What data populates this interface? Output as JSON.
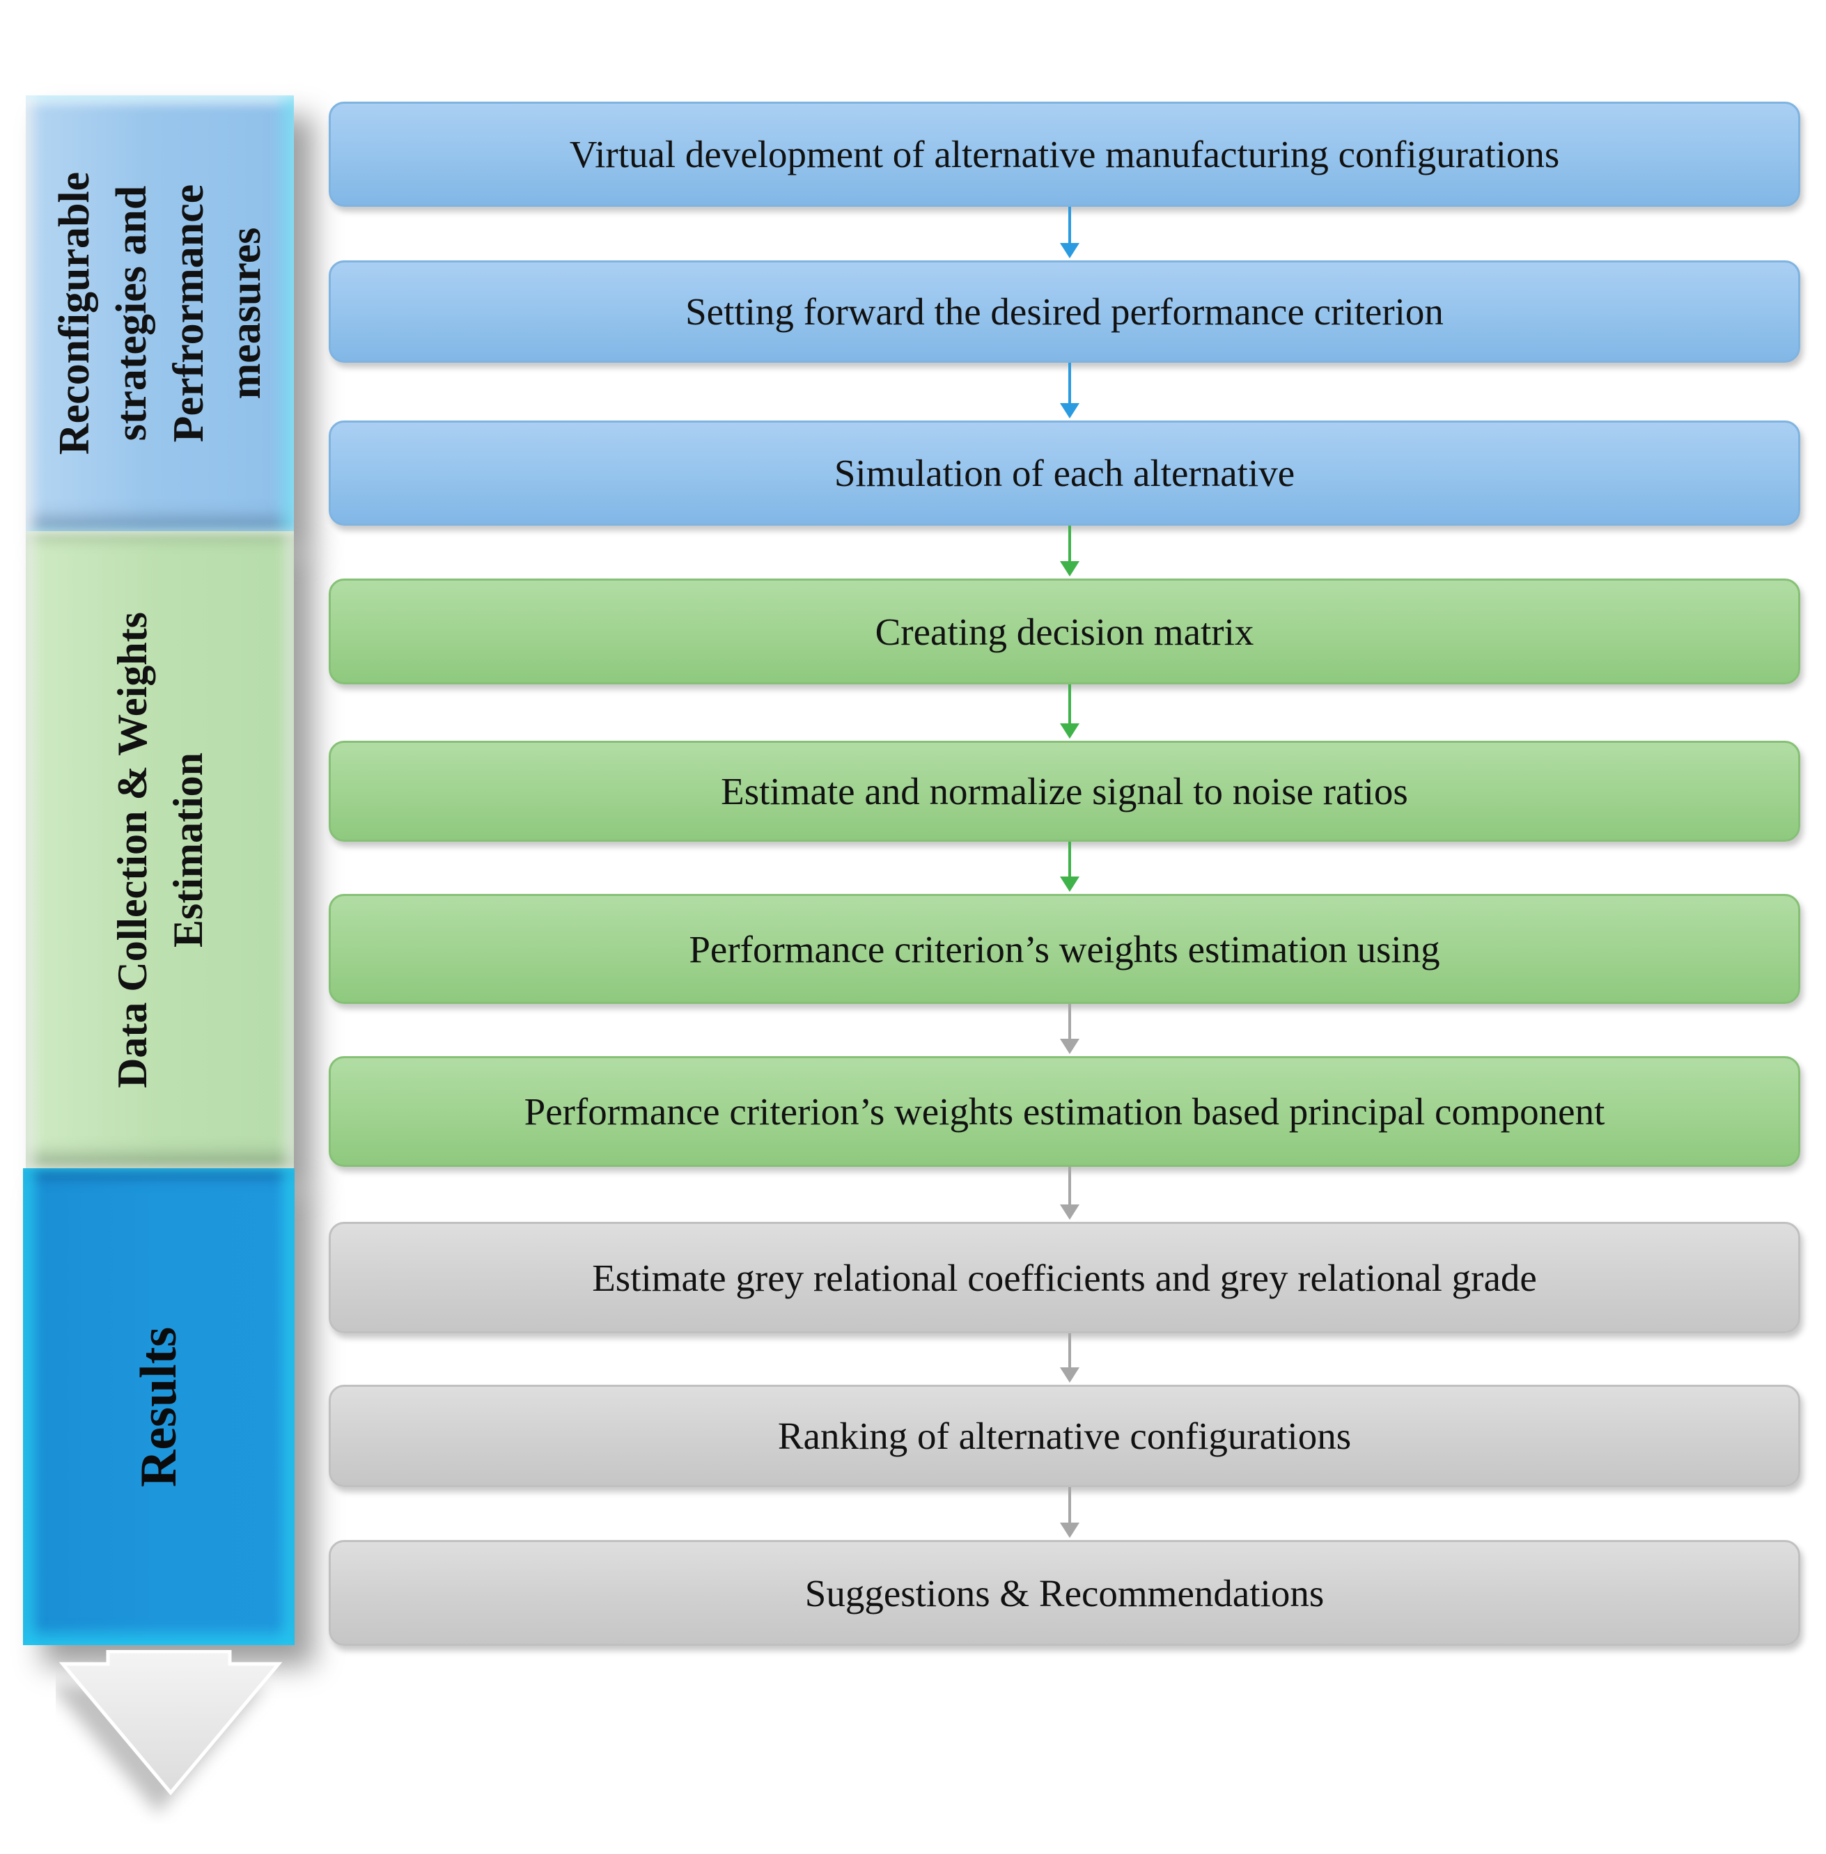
{
  "phases": [
    {
      "id": "reconfigurable",
      "lines": [
        "Reconfigurable",
        "strategies and",
        "Perfrormance",
        "measures"
      ],
      "color": "#9ac6ec"
    },
    {
      "id": "data-collection",
      "lines": [
        "Data Collection & Weights",
        "Estimation"
      ],
      "color": "#bde0b0"
    },
    {
      "id": "results",
      "lines": [
        "Results"
      ],
      "color": "#1e96dc"
    }
  ],
  "steps": [
    {
      "label": "Virtual development  of alternative manufacturing  configurations",
      "color": "blue"
    },
    {
      "label": "Setting forward the desired performance criterion",
      "color": "blue"
    },
    {
      "label": "Simulation of each alternative",
      "color": "blue"
    },
    {
      "label": "Creating decision matrix",
      "color": "green"
    },
    {
      "label": "Estimate and  normalize signal to noise ratios",
      "color": "green"
    },
    {
      "label": "Performance criterion’s weights estimation using",
      "color": "green"
    },
    {
      "label": "Performance criterion’s weights estimation based principal component",
      "color": "green"
    },
    {
      "label": "Estimate grey  relational coefficients and grey  relational grade",
      "color": "grey"
    },
    {
      "label": "Ranking of alternative configurations",
      "color": "grey"
    },
    {
      "label": "Suggestions & Recommendations",
      "color": "grey"
    }
  ],
  "connector_colors": [
    "blue",
    "blue",
    "green",
    "green",
    "green",
    "grey",
    "grey",
    "grey",
    "grey"
  ],
  "colors": {
    "blue_box": "#94c3ec",
    "green_box": "#9fd28f",
    "grey_box": "#d0d0d0",
    "blue_arrow": "#2a9be0",
    "green_arrow": "#3fb34a",
    "grey_arrow": "#a6a6a6"
  }
}
